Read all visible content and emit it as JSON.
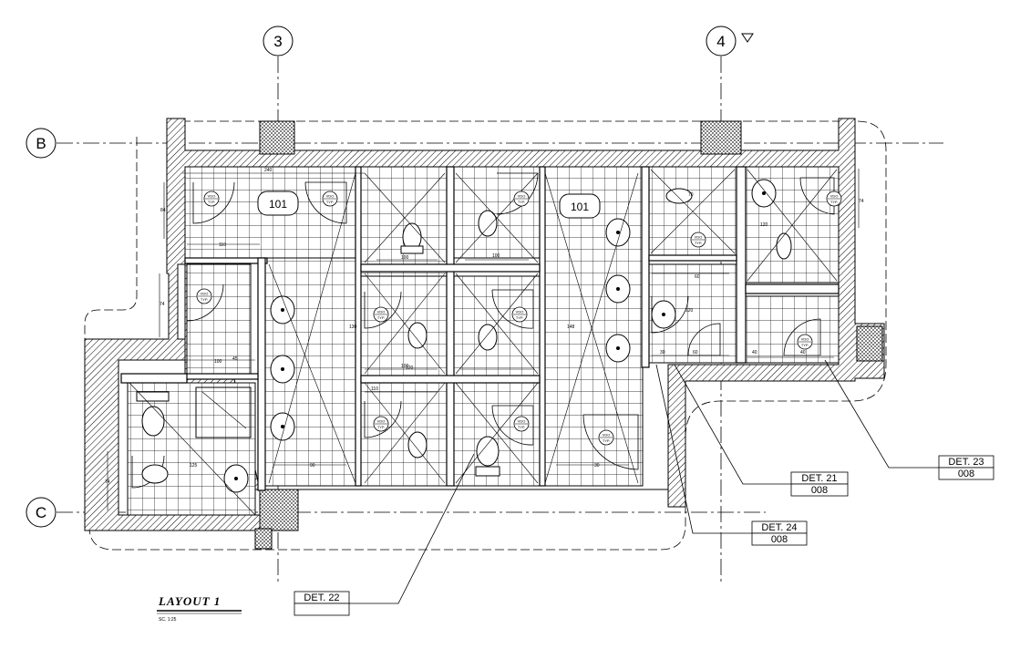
{
  "grid": {
    "col_3": "3",
    "col_4": "4",
    "row_b": "B",
    "row_c": "C"
  },
  "rooms": {
    "left": "101",
    "right": "101"
  },
  "callouts": {
    "det21": {
      "detail": "DET. 21",
      "sheet": "008"
    },
    "det22": {
      "detail": "DET. 22"
    },
    "det23": {
      "detail": "DET. 23",
      "sheet": "008"
    },
    "det24": {
      "detail": "DET. 24",
      "sheet": "008"
    }
  },
  "fixture_tag": {
    "line1": "VDO",
    "line2": "TYP."
  },
  "dims": [
    "240",
    "110",
    "100",
    "120",
    "70",
    "40",
    "30",
    "60",
    "90",
    "148",
    "130",
    "125",
    "45",
    "74",
    "84"
  ],
  "title": {
    "name": "LAYOUT 1",
    "scale": "SC. 1:25"
  }
}
